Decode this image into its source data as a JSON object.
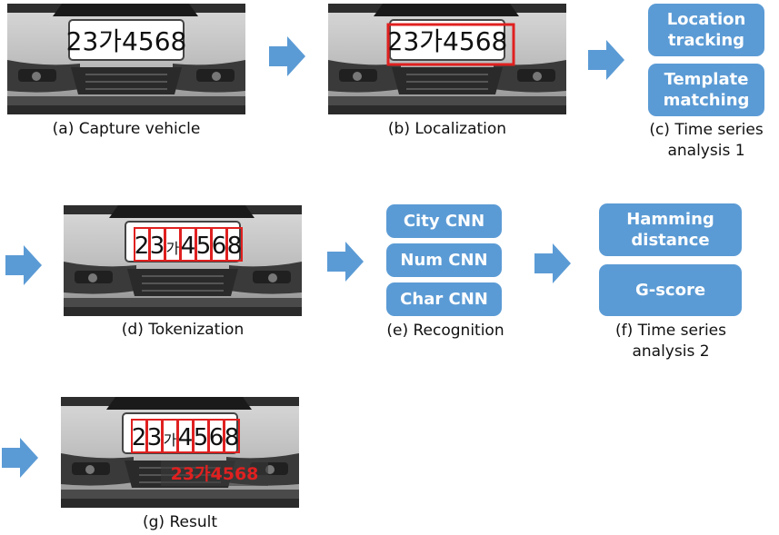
{
  "plate_text": "23가4568",
  "result_text": "23가4568",
  "plate_tokens": [
    "2",
    "3",
    "가",
    "4",
    "5",
    "6",
    "8"
  ],
  "steps": {
    "a": {
      "caption": "(a) Capture vehicle"
    },
    "b": {
      "caption": "(b) Localization"
    },
    "c": {
      "caption_line1": "(c) Time series",
      "caption_line2": "analysis 1",
      "box1_line1": "Location",
      "box1_line2": "tracking",
      "box2_line1": "Template",
      "box2_line2": "matching"
    },
    "d": {
      "caption": "(d) Tokenization"
    },
    "e": {
      "caption": "(e) Recognition",
      "box1": "City CNN",
      "box2": "Num CNN",
      "box3": "Char CNN"
    },
    "f": {
      "caption_line1": "(f) Time series",
      "caption_line2": "analysis 2",
      "box1_line1": "Hamming",
      "box1_line2": "distance",
      "box2": "G-score"
    },
    "g": {
      "caption": "(g) Result"
    }
  },
  "colors": {
    "box": "#5b9bd5",
    "arrow": "#5b9bd5",
    "highlight": "#e02020"
  }
}
